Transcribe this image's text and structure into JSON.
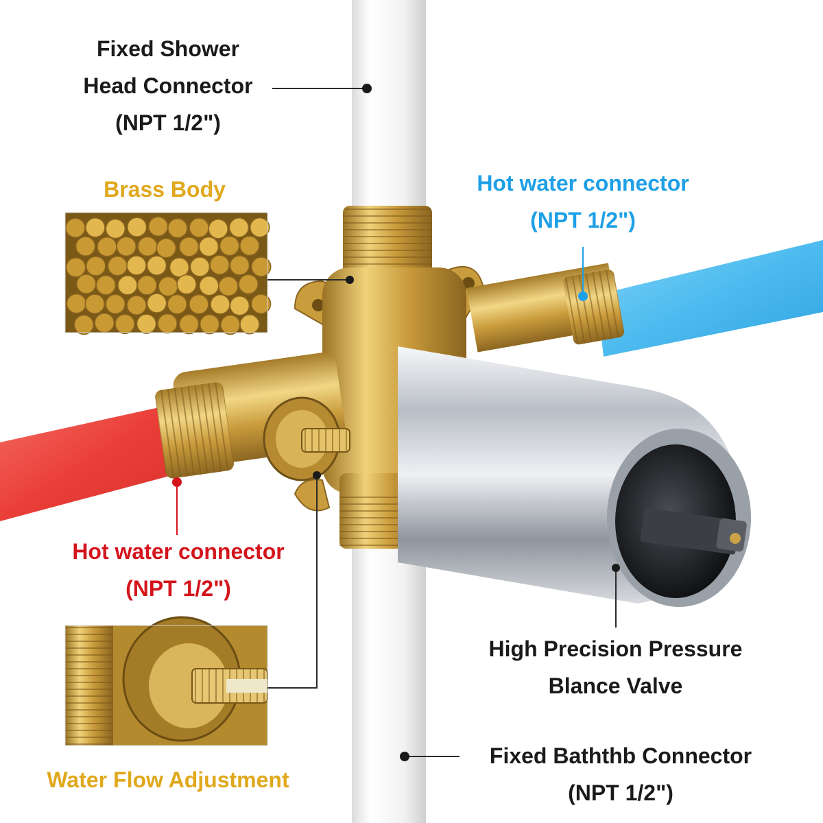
{
  "labels": {
    "shower_head": {
      "lines": [
        "Fixed Shower",
        "Head Connector",
        "(NPT 1/2\")"
      ]
    },
    "brass_body": {
      "text": "Brass Body"
    },
    "hot_right": {
      "lines": [
        "Hot water connector",
        "(NPT 1/2\")"
      ]
    },
    "hot_left": {
      "lines": [
        "Hot water connector",
        "(NPT 1/2\")"
      ]
    },
    "valve": {
      "lines": [
        "High Precision Pressure",
        "Blance Valve"
      ]
    },
    "bathtub": {
      "lines": [
        "Fixed Baththb Connector",
        "(NPT 1/2\")"
      ]
    },
    "flow": {
      "text": "Water Flow Adjustment"
    }
  },
  "colors": {
    "label_dark": "#1a1a1a",
    "label_gold": "#e0a81c",
    "label_blue": "#1ea0e6",
    "label_red": "#d4141c",
    "pipe_white": "#f4f4f4",
    "pipe_blue": "#5fc6f4",
    "pipe_red": "#ee4a44",
    "brass": "#c9a13c",
    "chrome": "#c8ccd2"
  }
}
